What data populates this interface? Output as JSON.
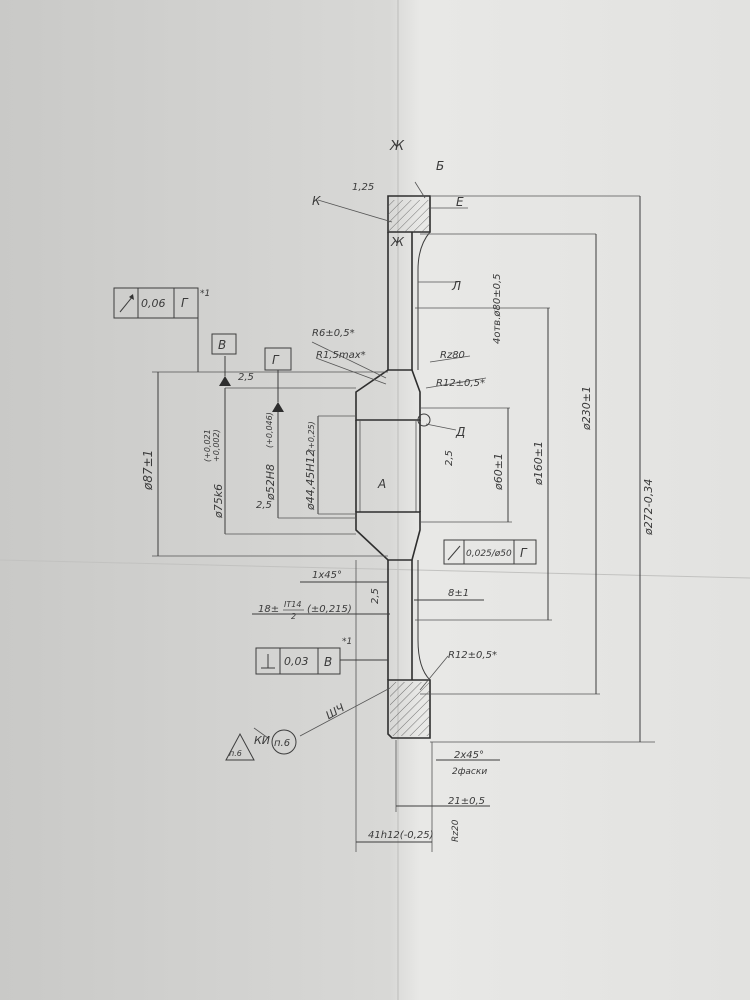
{
  "drawing": {
    "section_marks": {
      "zh": "Ж",
      "b": "Б",
      "k": "К",
      "e": "Е",
      "l": "Л",
      "d": "Д",
      "a": "А"
    },
    "dims": {
      "d272": "ø272-0,34",
      "d230": "ø230±1",
      "d160": "ø160±1",
      "d60": "ø60±1",
      "d87": "ø87±1",
      "d75": "ø75k6",
      "d75_tol_upper": "(+0,021",
      "d75_tol_lower": "+0,002)",
      "d52": "ø52H8",
      "d52_tol": "(+0,046)",
      "d44": "ø44,45H12",
      "d44_tol": "(+0,25)",
      "holes": "4отв.ø80±0,5",
      "r6": "R6±0,5*",
      "r15": "R1,5max*",
      "rz80": "Rz80",
      "r12_top": "R12±0,5*",
      "r12_bottom": "R12±0,5*",
      "v125": "1,25",
      "v25_top": "2,5",
      "v25_left": "2,5",
      "v25_mid": "2,5",
      "v25_low": "2,5",
      "chamfer_1x45": "1x45°",
      "w8": "8±1",
      "w18": "18±",
      "w18_frac_top": "IT14",
      "w18_frac_bottom": "2",
      "w18_tol": "(±0,215)",
      "w21": "21±0,5",
      "w41": "41h12(-0,25)",
      "ch2x45": "2x45°",
      "ch_note": "2фаски",
      "rz20": "Rz20",
      "shch": "ШЧ",
      "ki": "КИ",
      "p6_circle": "п.6",
      "p6_tri": "п.6"
    },
    "fcf_runout": {
      "tol": "0,06",
      "datum": "Г",
      "note": "*1"
    },
    "fcf_perp": {
      "tol": "0,03",
      "datum": "В",
      "note": "*1"
    },
    "fcf_runout2": {
      "tol": "0,025/ø50",
      "datum": "Г"
    },
    "datum_b": "В",
    "datum_g": "Г"
  }
}
